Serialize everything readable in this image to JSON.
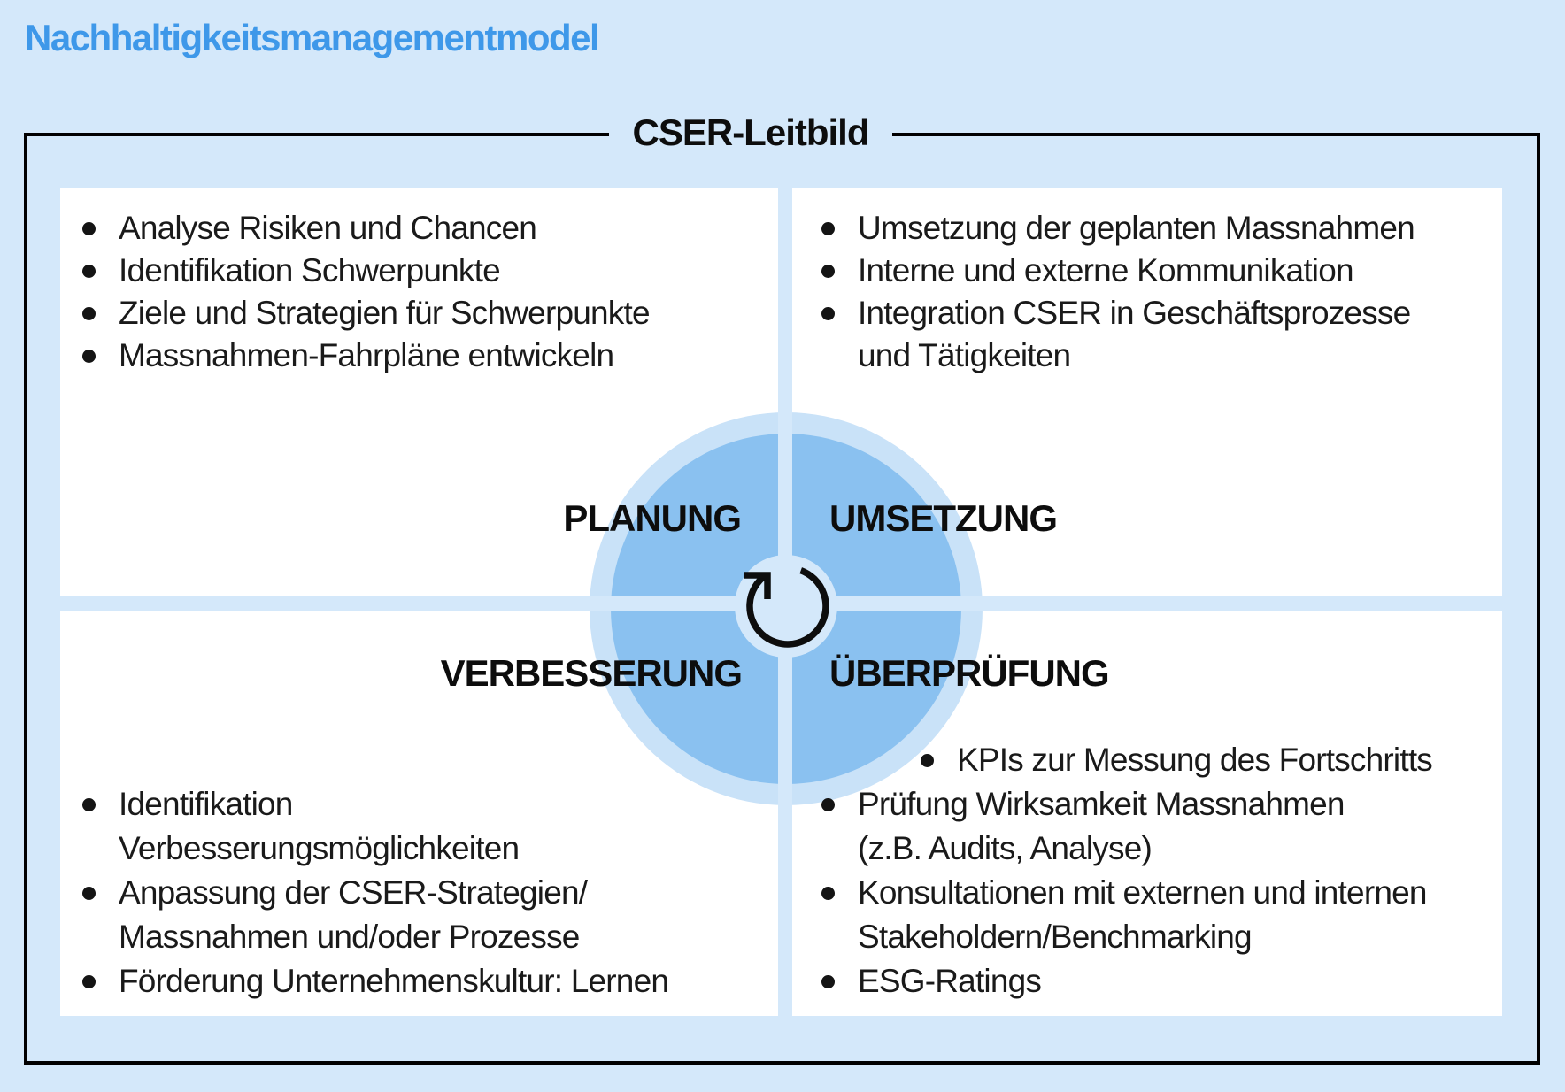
{
  "page": {
    "title": "Nachhaltigkeitsmanagementmodel"
  },
  "frame": {
    "title": "CSER-Leitbild"
  },
  "colors": {
    "bg": "#d4e8fa",
    "accent": "#3e98e9",
    "ring": "#c9e2f8",
    "disc": "#8ac1f0",
    "ink": "#141414",
    "frame_border": "#000000"
  },
  "center_icon": "cycle-arrow-icon",
  "quadrants": {
    "planung": {
      "label": "PLANUNG",
      "items": [
        {
          "bullet": true,
          "text": "Analyse Risiken und Chancen"
        },
        {
          "bullet": true,
          "text": "Identifikation Schwerpunkte"
        },
        {
          "bullet": true,
          "text": "Ziele und Strategien für Schwerpunkte"
        },
        {
          "bullet": true,
          "text": "Massnahmen-Fahrpläne entwickeln"
        }
      ]
    },
    "umsetzung": {
      "label": "UMSETZUNG",
      "items": [
        {
          "bullet": true,
          "text": "Umsetzung der geplanten Massnahmen"
        },
        {
          "bullet": true,
          "text": "Interne und externe Kommunikation"
        },
        {
          "bullet": true,
          "text": "Integration CSER in Geschäftsprozesse"
        },
        {
          "bullet": false,
          "text": "und Tätigkeiten"
        }
      ]
    },
    "verbesserung": {
      "label": "VERBESSERUNG",
      "items": [
        {
          "bullet": true,
          "text": "Identifikation"
        },
        {
          "bullet": false,
          "text": "Verbesserungsmöglichkeiten"
        },
        {
          "bullet": true,
          "text": "Anpassung der CSER-Strategien/"
        },
        {
          "bullet": false,
          "text": "Massnahmen und/oder Prozesse"
        },
        {
          "bullet": true,
          "text": "Förderung Unternehmenskultur: Lernen"
        }
      ]
    },
    "ueberpruefung": {
      "label": "ÜBERPRÜFUNG",
      "items": [
        {
          "bullet": true,
          "text": "KPIs zur Messung des Fortschritts",
          "indent": true
        },
        {
          "bullet": true,
          "text": "Prüfung Wirksamkeit Massnahmen"
        },
        {
          "bullet": false,
          "text": "(z.B. Audits, Analyse)"
        },
        {
          "bullet": true,
          "text": "Konsultationen mit externen und internen"
        },
        {
          "bullet": false,
          "text": "Stakeholdern/Benchmarking"
        },
        {
          "bullet": true,
          "text": "ESG-Ratings"
        }
      ]
    }
  }
}
